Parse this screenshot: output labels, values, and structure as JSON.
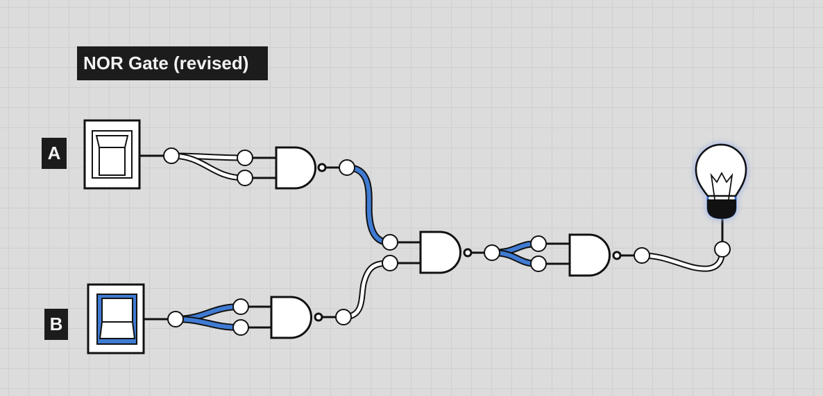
{
  "title": "NOR Gate (revised)",
  "inputs": [
    {
      "label": "A",
      "state": "off"
    },
    {
      "label": "B",
      "state": "on"
    }
  ],
  "colors": {
    "background": "#dcdcdc",
    "grid": "#cfcfcf",
    "active_wire": "#3f7bd3",
    "inactive_wire": "#ffffff",
    "outline": "#111111",
    "label_bg": "#1c1c1c",
    "bulb_glow": "#2f6fd6"
  },
  "components": {
    "gates": [
      "nand-gate",
      "nand-gate",
      "nand-gate",
      "nand-gate"
    ],
    "output": "light-bulb",
    "output_state": "on"
  }
}
